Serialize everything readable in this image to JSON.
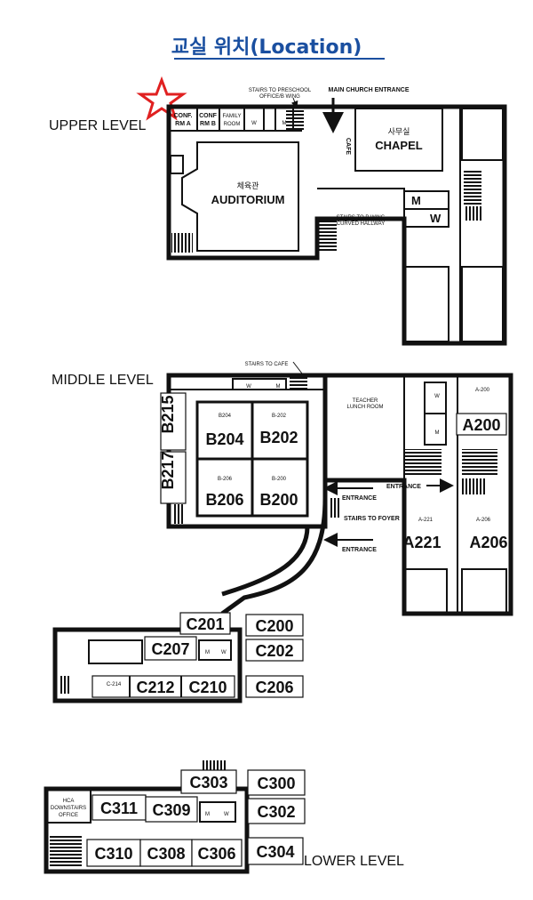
{
  "title": "교실 위치(Location)",
  "levels": {
    "upper": "UPPER LEVEL",
    "middle": "MIDDLE LEVEL",
    "lower": "LOWER LEVEL"
  },
  "colors": {
    "title": "#1a4fa0",
    "star": "#e02020",
    "ink": "#111111"
  },
  "upper": {
    "labels": {
      "stairs_preschool_1": "STAIRS TO PRESCHOOL",
      "stairs_preschool_2": "OFFICE/B WING",
      "main_entrance": "MAIN CHURCH ENTRANCE",
      "conf_a_1": "CONF.",
      "conf_a_2": "RM A",
      "conf_b_1": "CONF",
      "conf_b_2": "RM B",
      "family_1": "FAMILY",
      "family_2": "ROOM",
      "w": "W",
      "m": "M",
      "cafe": "CAFE",
      "chapel_kor": "사무실",
      "chapel": "CHAPEL",
      "auditorium_kor": "체육관",
      "auditorium": "AUDITORIUM",
      "stairs_bwing_1": "STAIRS TO B WING",
      "stairs_bwing_2": "CURVED HALLWAY",
      "m2": "M",
      "w2": "W"
    }
  },
  "middle": {
    "labels": {
      "stairs_cafe": "STAIRS TO CAFE",
      "w": "W",
      "m": "M",
      "teacher_1": "TEACHER",
      "teacher_2": "LUNCH ROOM",
      "b215": "B215",
      "b217": "B217",
      "b204_small": "B204",
      "b204": "B204",
      "b202_small": "B-202",
      "b202": "B202",
      "b206_small": "B-206",
      "b206": "B206",
      "b200_small": "B-200",
      "b200": "B200",
      "entrance_1": "ENTRANCE",
      "entrance_2": "ENTRANCE",
      "entrance_3": "ENTRANCE",
      "stairs_foyer": "STAIRS TO FOYER",
      "a200_small": "A-200",
      "a200": "A200",
      "a221_small": "A-221",
      "a221": "A221",
      "a206_small": "A-206",
      "a206": "A206",
      "aw": "W",
      "am": "M",
      "c201": "C201",
      "c200": "C200",
      "c207": "C207",
      "c202": "C202",
      "c214": "C-214",
      "c212": "C212",
      "c210": "C210",
      "c206": "C206",
      "cm": "M",
      "cw": "W"
    }
  },
  "lower": {
    "labels": {
      "c303": "C303",
      "c300": "C300",
      "hca_1": "HCA",
      "hca_2": "DOWNSTAIRS",
      "hca_3": "OFFICE",
      "c311": "C311",
      "c309": "C309",
      "c302": "C302",
      "c310": "C310",
      "c308": "C308",
      "c306": "C306",
      "c304": "C304",
      "m": "M",
      "w": "W"
    }
  }
}
